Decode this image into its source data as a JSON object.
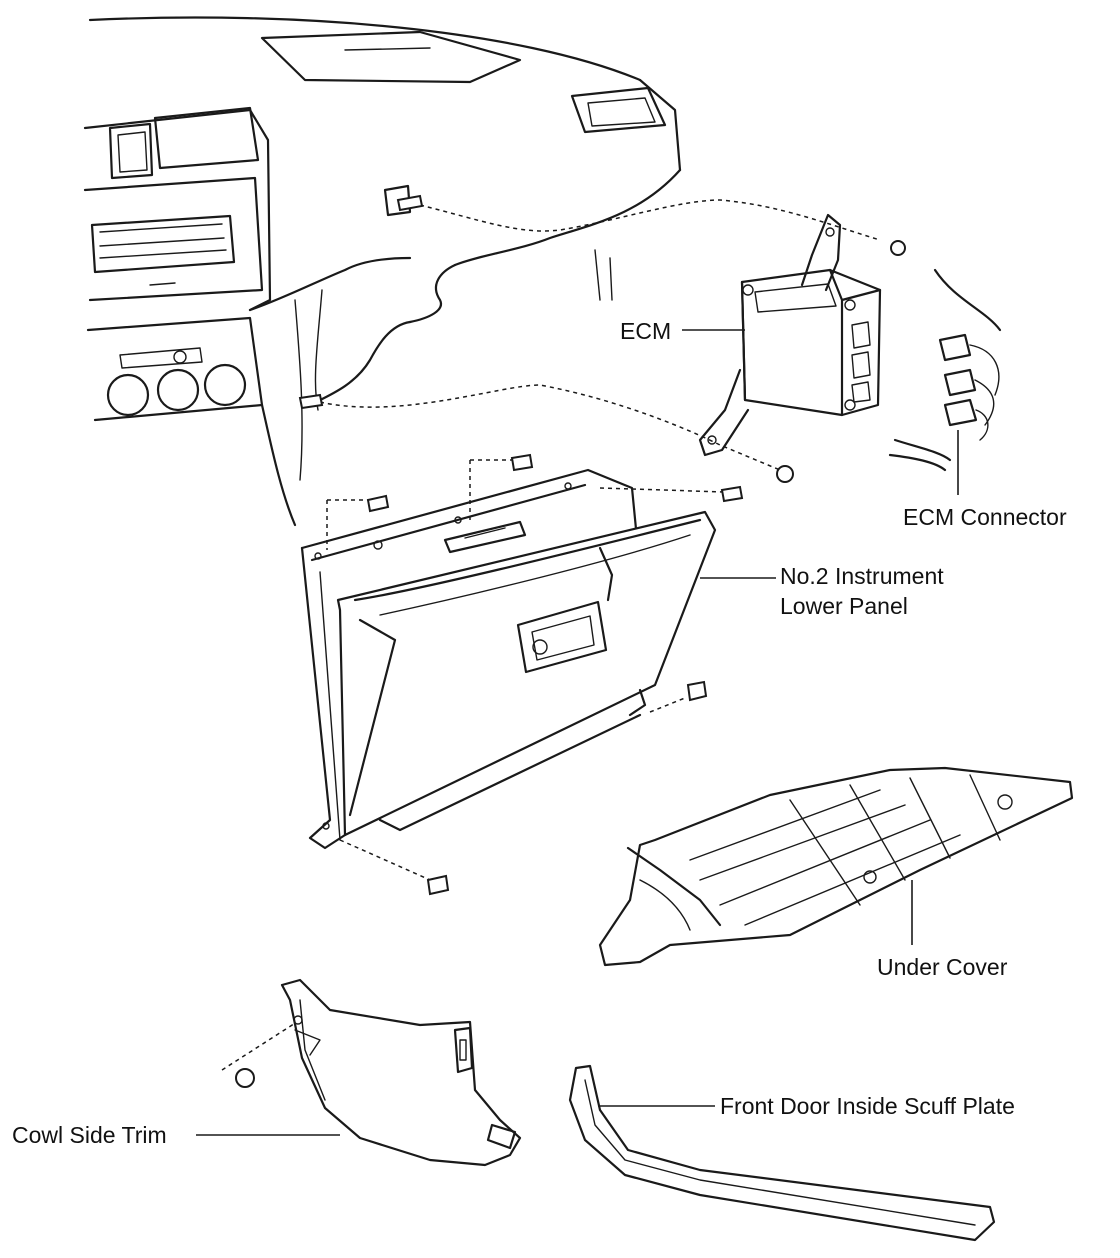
{
  "labels": {
    "ecm": "ECM",
    "ecm_connector": "ECM Connector",
    "instrument_lower_panel_line1": "No.2  Instrument",
    "instrument_lower_panel_line2": "Lower Panel",
    "under_cover": "Under Cover",
    "cowl_side_trim": "Cowl Side Trim",
    "front_door_scuff_plate": "Front Door Inside Scuff Plate"
  }
}
